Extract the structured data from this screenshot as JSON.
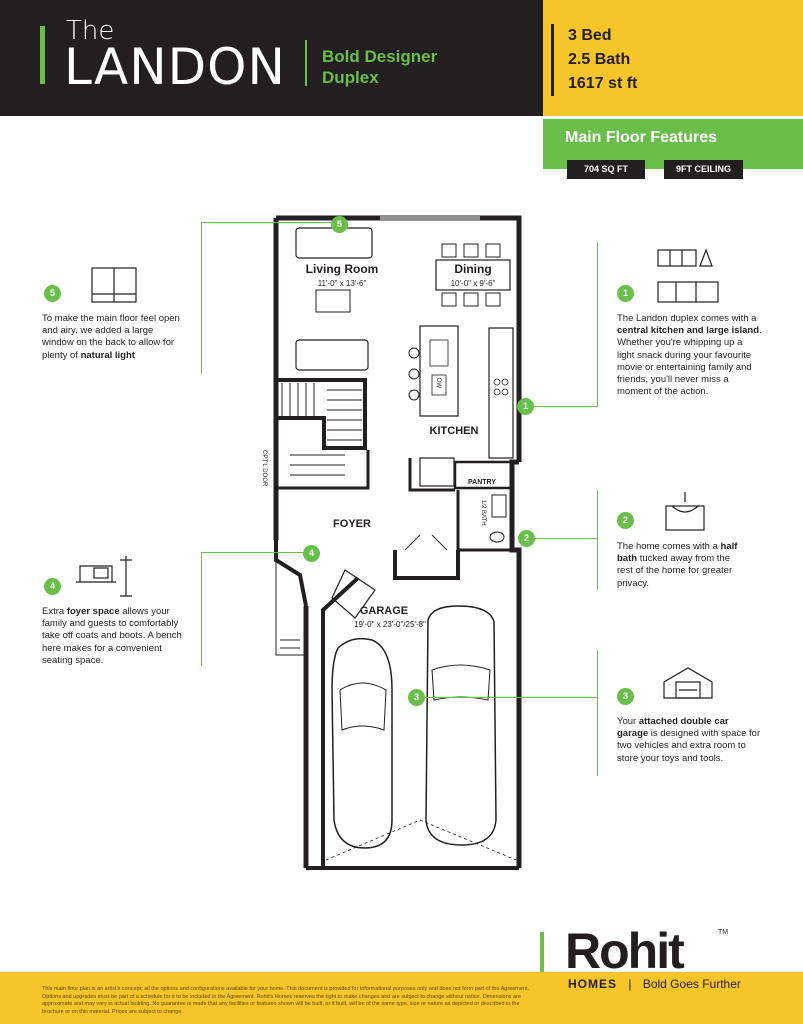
{
  "header": {
    "the": "The",
    "name": "LANDON",
    "tagline_1": "Bold Designer",
    "tagline_2": "Duplex"
  },
  "stats": {
    "beds": "3 Bed",
    "baths": "2.5 Bath",
    "area": "1617 st ft"
  },
  "main_floor": {
    "title": "Main Floor Features",
    "sqft": "704 SQ FT",
    "ceiling": "9FT  CEILING"
  },
  "features": {
    "f5": {
      "num": "5",
      "pre": "To make the main floor feel open and airy, we added a large window on the back to allow for plenty of ",
      "bold": "natural light",
      "post": ""
    },
    "f1": {
      "num": "1",
      "pre": "The Landon duplex comes with a ",
      "bold": "central kitchen and large island",
      "post": ". Whether you're whipping up a light snack during your favourite movie or entertaining family and friends, you'll never miss a moment of the action."
    },
    "f2": {
      "num": "2",
      "pre": "The home comes with a ",
      "bold": "half bath",
      "post": " tucked away from the rest of the home for greater privacy."
    },
    "f4": {
      "num": "4",
      "pre": "Extra ",
      "bold": "foyer space",
      "post": " allows your family and guests to comfortably take off coats and boots. A bench here makes for a convenient seating space."
    },
    "f3": {
      "num": "3",
      "pre": "Your ",
      "bold": "attached double car garage",
      "post": " is designed with space for two vehicles and extra room to store your toys and tools."
    }
  },
  "plan": {
    "living": "Living Room",
    "living_dim": "11'-0\" x 13'-6\"",
    "dining": "Dining",
    "dining_dim": "10'-0\" x 9'-6\"",
    "kitchen": "KITCHEN",
    "foyer": "FOYER",
    "pantry": "PANTRY",
    "half_bath": "1/2 BATH",
    "dw": "DW",
    "opt_door": "OPT'L DOOR",
    "garage": "GARAGE",
    "garage_dim": "19'-0\" x 23'-0\"/25'-8\""
  },
  "footer": {
    "disclaimer": "This main floor plan is an artist's concept; all the options and configurations available for your home. This document is provided for informational purposes only and does not form part of the Agreement. Options and upgrades must be part of a schedule for it to be included in the Agreement. Rohit's Homes reserves the right to make changes and are subject to change without notice. Dimensions are approximate and may vary in actual building. No guarantee is made that any facilities or features shown will be built, or if built, will be of the same type, size or nature as depicted or described in the brochure or on this material. Prices are subject to change.",
    "logo": "Rohit",
    "logo_tm": "TM",
    "homes": "HOMES",
    "sep": "|",
    "slogan": "Bold Goes Further"
  },
  "colors": {
    "green": "#6abf4b",
    "yellow": "#f6c52a",
    "dark": "#231f20"
  }
}
